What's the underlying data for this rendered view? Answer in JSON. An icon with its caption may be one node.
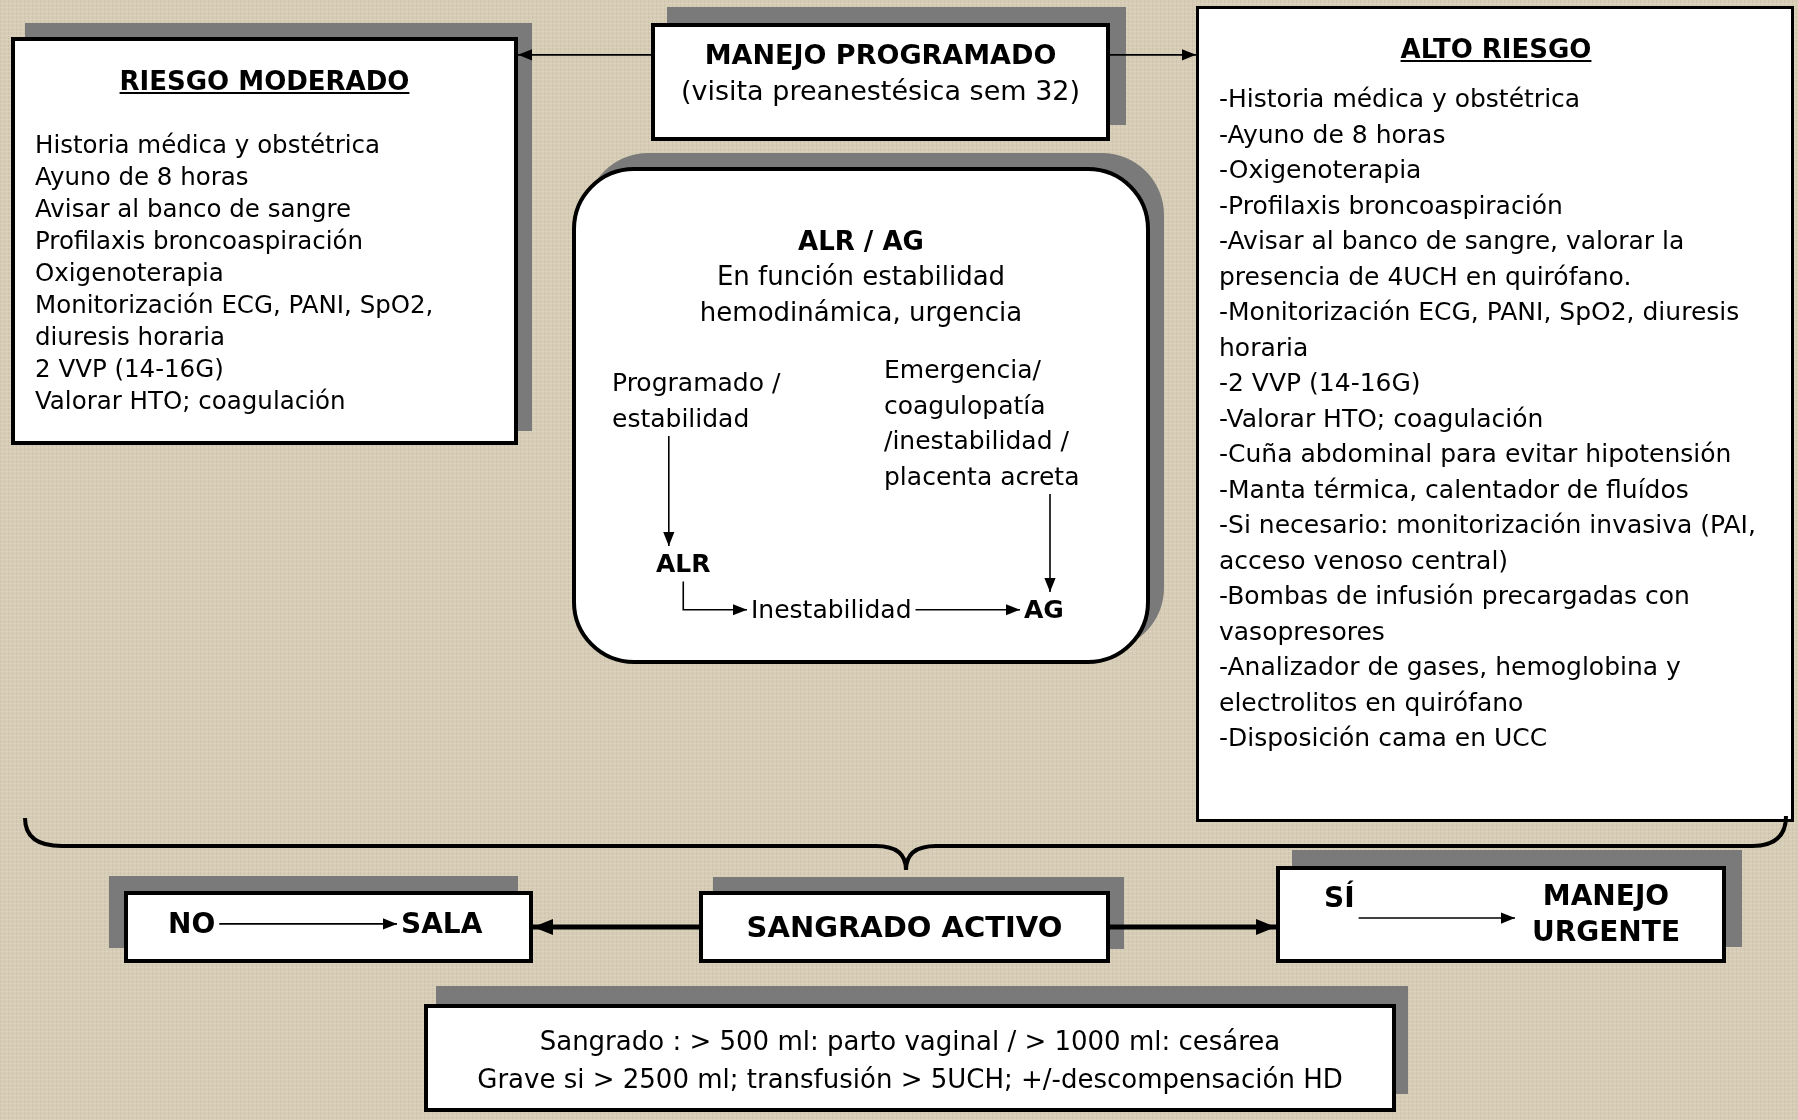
{
  "diagram": {
    "nodes": [
      {
        "text": [
          "RIESGO MODERADO",
          "Historia médica y obstétrica",
          "Ayuno de 8 horas",
          "Avisar al banco de sangre",
          "Profilaxis broncoaspiración",
          "Oxigenoterapia",
          "Monitorización ECG, PANI, SpO2, diuresis horaria",
          "2 VVP (14-16G)",
          "Valorar HTO; coagulación"
        ]
      },
      {
        "text": [
          "MANEJO PROGRAMADO",
          "(visita preanestésica sem 32)"
        ]
      },
      {
        "text": [
          "ALTO RIESGO",
          "-Historia médica y obstétrica",
          "-Ayuno de 8 horas",
          "-Oxigenoterapia",
          "-Profilaxis broncoaspiración",
          "-Avisar al banco de sangre, valorar la presencia de 4UCH en quirófano.",
          "-Monitorización ECG, PANI, SpO2, diuresis horaria",
          "-2 VVP (14-16G)",
          "-Valorar HTO; coagulación",
          "-Cuña abdominal para evitar hipotensión",
          "-Manta térmica, calentador de fluídos",
          "-Si necesario: monitorización invasiva (PAI, acceso venoso central)",
          "-Bombas de infusión precargadas con vasopresores",
          "-Analizador de gases, hemoglobina y electrolitos en quirófano",
          "-Disposición cama en UCC"
        ]
      },
      {
        "text": [
          "ALR / AG",
          "En función estabilidad hemodinámica, urgencia"
        ]
      },
      {
        "text": [
          "Programado / estabilidad"
        ],
        "in": 3
      },
      {
        "text": [
          "Emergencia/ coagulopatía /inestabilidad / placenta acreta"
        ],
        "in": 3
      },
      {
        "text": [
          "ALR"
        ],
        "in": 3
      },
      {
        "text": [
          "Inestabilidad"
        ],
        "in": 3
      },
      {
        "text": [
          "AG"
        ],
        "in": 3
      },
      {
        "text": [],
        "shape": "box"
      },
      {
        "text": [
          "NO"
        ],
        "in": 9
      },
      {
        "text": [
          "SALA"
        ],
        "in": 9
      },
      {
        "text": [
          "SANGRADO ACTIVO"
        ]
      },
      {
        "text": [],
        "shape": "box"
      },
      {
        "text": [
          "SÍ"
        ],
        "in": 13
      },
      {
        "text": [
          "MANEJO URGENTE"
        ],
        "in": 13
      },
      {
        "text": [
          "Sangrado : > 500 ml: parto vaginal / > 1000 ml: cesárea",
          "Grave si > 2500 ml; transfusión > 5UCH; +/-descompensación HD"
        ]
      }
    ],
    "edges": [
      {
        "from": 1,
        "to": 0,
        "arrow": "to"
      },
      {
        "from": 1,
        "to": 2,
        "arrow": "to"
      },
      {
        "from": 4,
        "to": 6,
        "arrow": "to"
      },
      {
        "from": 5,
        "to": 8,
        "arrow": "to"
      },
      {
        "from": 6,
        "to": 7,
        "arrow": "to"
      },
      {
        "from": 7,
        "to": 8,
        "arrow": "to"
      },
      {
        "from": 10,
        "to": 11,
        "arrow": "to"
      },
      {
        "from": 12,
        "to": 9,
        "arrow": "to",
        "style": "thick"
      },
      {
        "from": 12,
        "to": 13,
        "arrow": "to",
        "style": "thick"
      },
      {
        "from": 14,
        "to": 15,
        "arrow": "to"
      }
    ]
  }
}
